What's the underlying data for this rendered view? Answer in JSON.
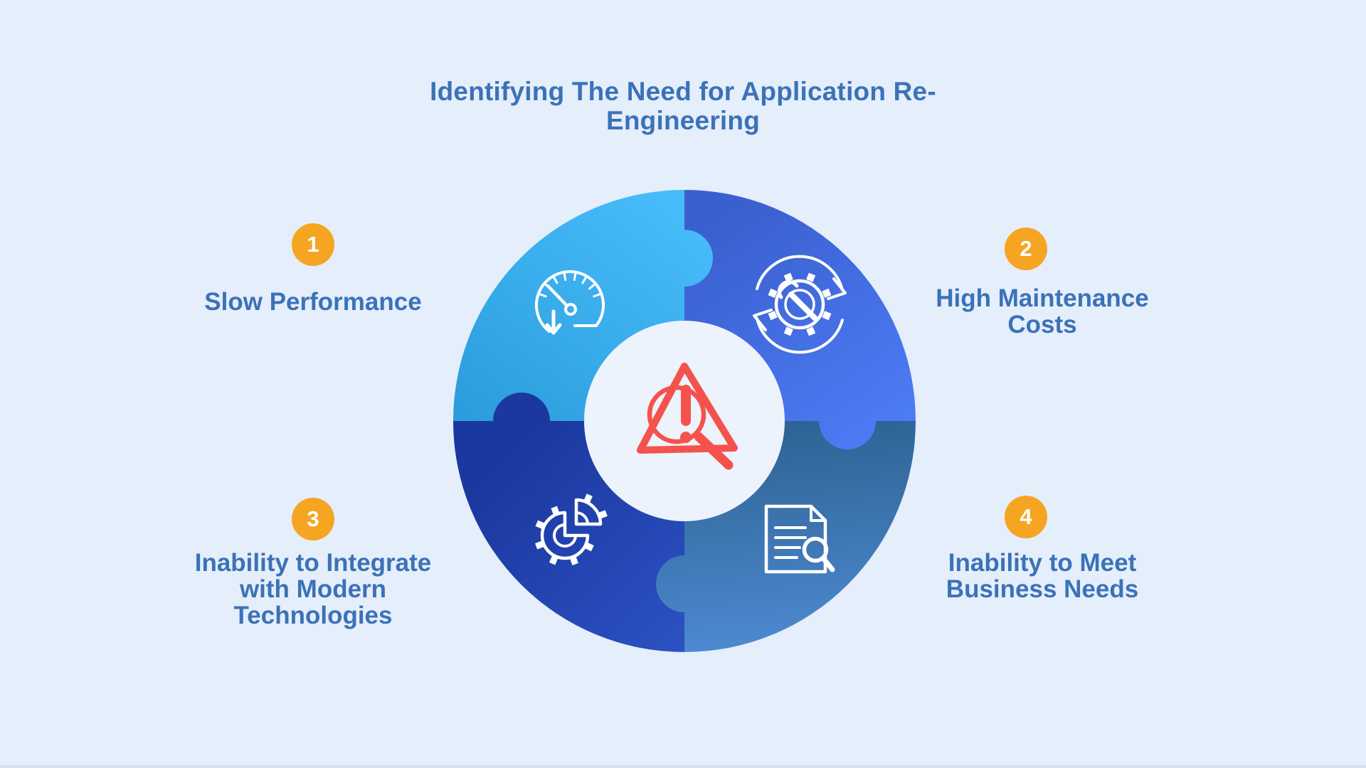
{
  "title": {
    "text": "Identifying The Need for Application Re-Engineering",
    "lines": [
      "Identifying The Need for Application Re-",
      "Engineering"
    ]
  },
  "items": [
    {
      "number": "1",
      "label": "Slow Performance",
      "label_lines": [
        "Slow Performance"
      ],
      "icon": "speedometer-down-icon",
      "quadrant": "top-left"
    },
    {
      "number": "2",
      "label": "High Maintenance Costs",
      "label_lines": [
        "High Maintenance",
        "Costs"
      ],
      "icon": "gear-wrench-cycle-icon",
      "quadrant": "top-right"
    },
    {
      "number": "3",
      "label": "Inability to Integrate with Modern Technologies",
      "label_lines": [
        "Inability to Integrate",
        "with Modern",
        "Technologies"
      ],
      "icon": "gear-pie-chart-icon",
      "quadrant": "bottom-left"
    },
    {
      "number": "4",
      "label": "Inability to Meet Business Needs",
      "label_lines": [
        "Inability to Meet",
        "Business Needs"
      ],
      "icon": "document-magnifier-icon",
      "quadrant": "bottom-right"
    }
  ],
  "center_icon": "warning-triangle-magnifier-icon",
  "colors": {
    "background": "#E5EEFB",
    "title_text": "#3B72B8",
    "label_text": "#3B72B8",
    "badge": "#F6A522",
    "badge_text": "#FFFFFF",
    "alert_red": "#F5524D",
    "center_circle": "#ECF3FC",
    "icon_stroke": "#FFFFFF",
    "quadrant_top_left": [
      "#47BCFA",
      "#2C9DDC"
    ],
    "quadrant_top_right": [
      "#3A5FCE",
      "#4F7EF9"
    ],
    "quadrant_bottom_left": [
      "#1B38A0",
      "#2C51C2"
    ],
    "quadrant_bottom_right": [
      "#2E6394",
      "#4E8AD2"
    ]
  }
}
